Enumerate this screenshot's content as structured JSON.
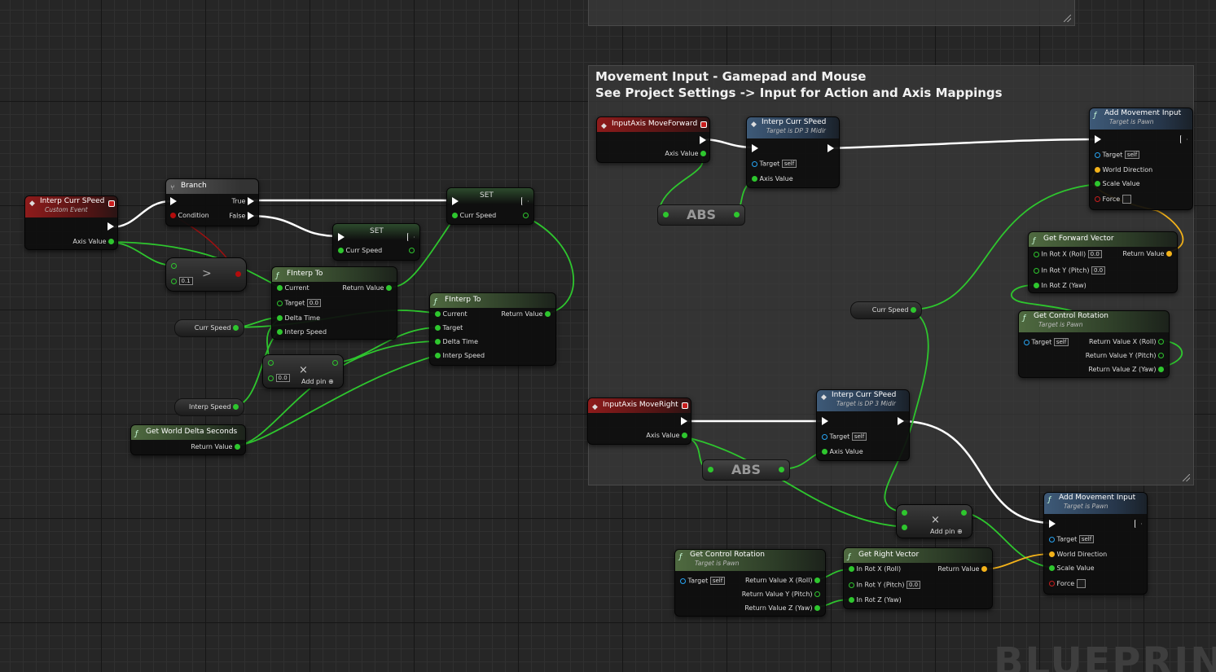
{
  "comment": {
    "title_line1": "Movement Input - Gamepad and Mouse",
    "title_line2": "See Project Settings -> Input for Action and Axis Mappings"
  },
  "watermark": "BLUEPRINT",
  "left_graph": {
    "custom_event": {
      "title": "Interp Curr SPeed",
      "subtitle": "Custom Event",
      "pin_axis_value": "Axis Value"
    },
    "branch": {
      "title": "Branch",
      "pin_condition": "Condition",
      "pin_true": "True",
      "pin_false": "False"
    },
    "greater": {
      "symbol": ">",
      "default_b": "0.1"
    },
    "set_top": {
      "title": "SET",
      "pin_curr_speed": "Curr Speed"
    },
    "set_mid": {
      "title": "SET",
      "pin_curr_speed": "Curr Speed"
    },
    "finterp_1": {
      "title": "FInterp To",
      "pin_current": "Current",
      "pin_target": "Target",
      "target_default": "0.0",
      "pin_delta_time": "Delta Time",
      "pin_interp_speed": "Interp Speed",
      "pin_return": "Return Value"
    },
    "finterp_2": {
      "title": "FInterp To",
      "pin_current": "Current",
      "pin_target": "Target",
      "pin_delta_time": "Delta Time",
      "pin_interp_speed": "Interp Speed",
      "pin_return": "Return Value"
    },
    "var_curr_speed": "Curr Speed",
    "var_interp_speed": "Interp Speed",
    "multiply": {
      "symbol": "×",
      "default": "0.0",
      "add_pin": "Add pin"
    },
    "world_delta": {
      "title": "Get World Delta Seconds",
      "pin_return": "Return Value"
    }
  },
  "right_graph": {
    "axis_forward": {
      "title": "InputAxis MoveForward",
      "pin_axis_value": "Axis Value"
    },
    "abs_1": "ABS",
    "interp_call_1": {
      "title": "Interp Curr SPeed",
      "subtitle": "Target is DP 3 Midir",
      "pin_target": "Target",
      "target_default": "self",
      "pin_axis_value": "Axis Value"
    },
    "add_move_1": {
      "title": "Add Movement Input",
      "subtitle": "Target is Pawn",
      "pin_target": "Target",
      "target_default": "self",
      "pin_world_direction": "World Direction",
      "pin_scale_value": "Scale Value",
      "pin_force": "Force"
    },
    "forward_vector": {
      "title": "Get Forward Vector",
      "pin_x": "In Rot X (Roll)",
      "x_default": "0.0",
      "pin_y": "In Rot Y (Pitch)",
      "y_default": "0.0",
      "pin_z": "In Rot Z (Yaw)",
      "pin_return": "Return Value"
    },
    "var_curr_speed": "Curr Speed",
    "control_rot_1": {
      "title": "Get Control Rotation",
      "subtitle": "Target is Pawn",
      "pin_target": "Target",
      "target_default": "self",
      "pin_rx": "Return Value X (Roll)",
      "pin_ry": "Return Value Y (Pitch)",
      "pin_rz": "Return Value Z (Yaw)"
    },
    "axis_right": {
      "title": "InputAxis MoveRight",
      "pin_axis_value": "Axis Value"
    },
    "abs_2": "ABS",
    "interp_call_2": {
      "title": "Interp Curr SPeed",
      "subtitle": "Target is DP 3 Midir",
      "pin_target": "Target",
      "target_default": "self",
      "pin_axis_value": "Axis Value"
    },
    "multiply": {
      "symbol": "×",
      "add_pin": "Add pin"
    },
    "add_move_2": {
      "title": "Add Movement Input",
      "subtitle": "Target is Pawn",
      "pin_target": "Target",
      "target_default": "self",
      "pin_world_direction": "World Direction",
      "pin_scale_value": "Scale Value",
      "pin_force": "Force"
    },
    "control_rot_2": {
      "title": "Get Control Rotation",
      "subtitle": "Target is Pawn",
      "pin_target": "Target",
      "target_default": "self",
      "pin_rx": "Return Value X (Roll)",
      "pin_ry": "Return Value Y (Pitch)",
      "pin_rz": "Return Value Z (Yaw)"
    },
    "right_vector": {
      "title": "Get Right Vector",
      "pin_x": "In Rot X (Roll)",
      "pin_y": "In Rot Y (Pitch)",
      "y_default": "0.0",
      "pin_z": "In Rot Z (Yaw)",
      "pin_return": "Return Value"
    }
  },
  "colors": {
    "exec": "#ffffff",
    "float": "#2ec62e",
    "vector": "#f3b21a",
    "object": "#27a4f2",
    "bool": "#b30c0c",
    "event_header": "#8e1b1b",
    "function_header": "#4f6a40",
    "call_header": "#3e5a78"
  }
}
